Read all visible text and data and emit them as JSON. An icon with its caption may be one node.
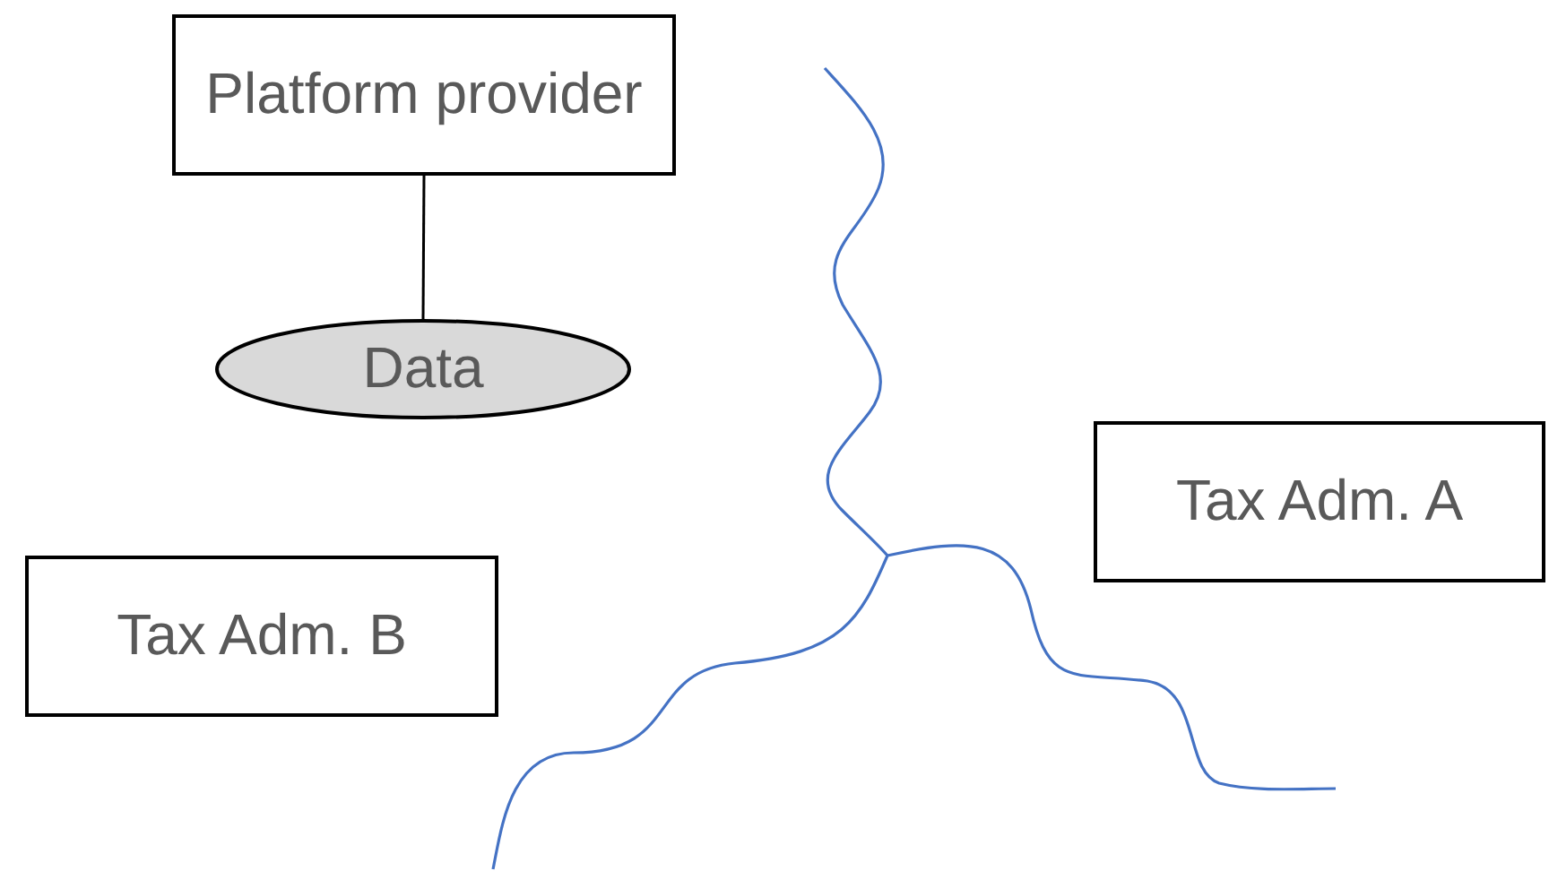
{
  "diagram": {
    "nodes": [
      {
        "text": [
          "Platform provider"
        ]
      },
      {
        "text": [
          "Data"
        ]
      },
      {
        "text": [
          "Tax Adm. A"
        ]
      },
      {
        "text": [
          "Tax Adm. B"
        ]
      }
    ],
    "edges": [
      {
        "from": 0,
        "to": 1,
        "arrow": "none"
      }
    ]
  }
}
